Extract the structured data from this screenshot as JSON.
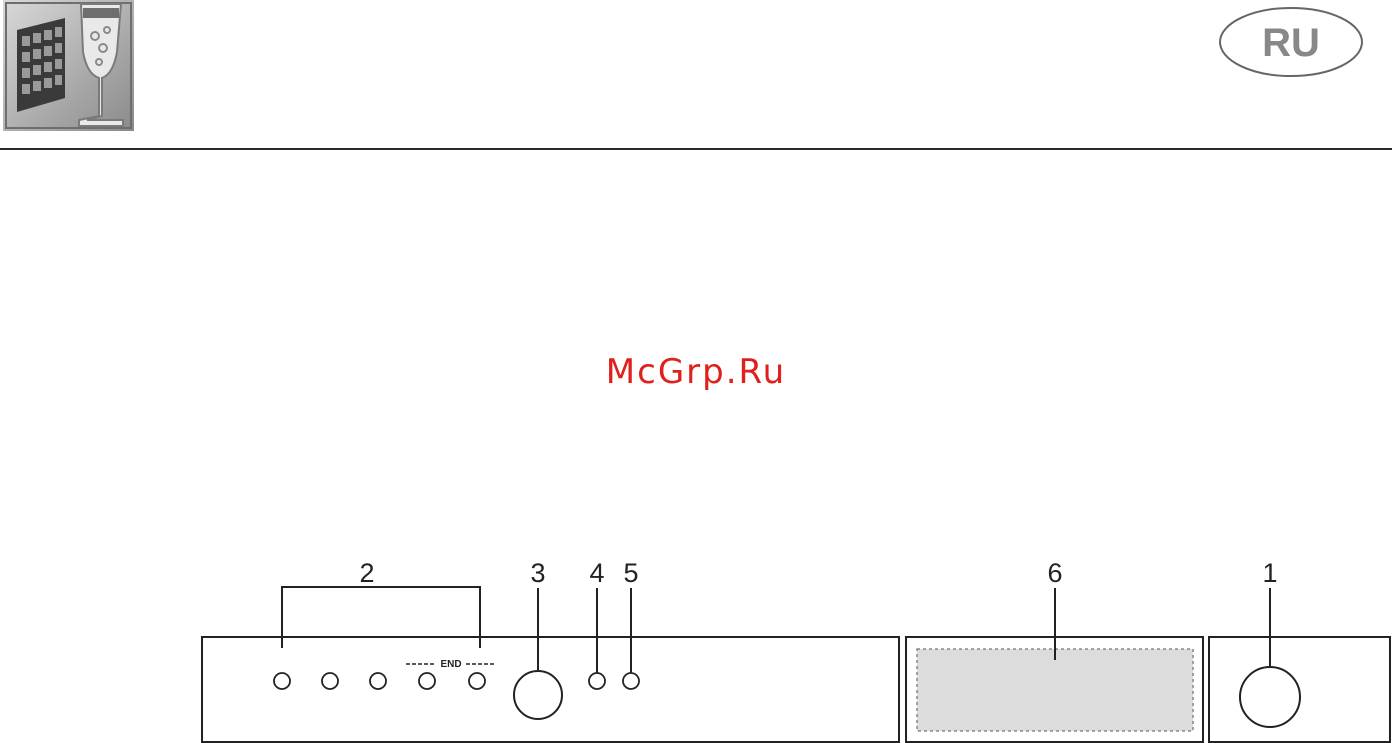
{
  "header": {
    "logo_icon": "dishwasher-with-glass-icon",
    "language_badge": "RU"
  },
  "watermark": "McGrp.Ru",
  "diagram": {
    "callouts": {
      "c1": "1",
      "c2": "2",
      "c3": "3",
      "c4": "4",
      "c5": "5",
      "c6": "6"
    },
    "end_label": "END"
  },
  "colors": {
    "watermark": "#e0201a",
    "display_fill": "#dcdcdc",
    "line": "#222222"
  }
}
